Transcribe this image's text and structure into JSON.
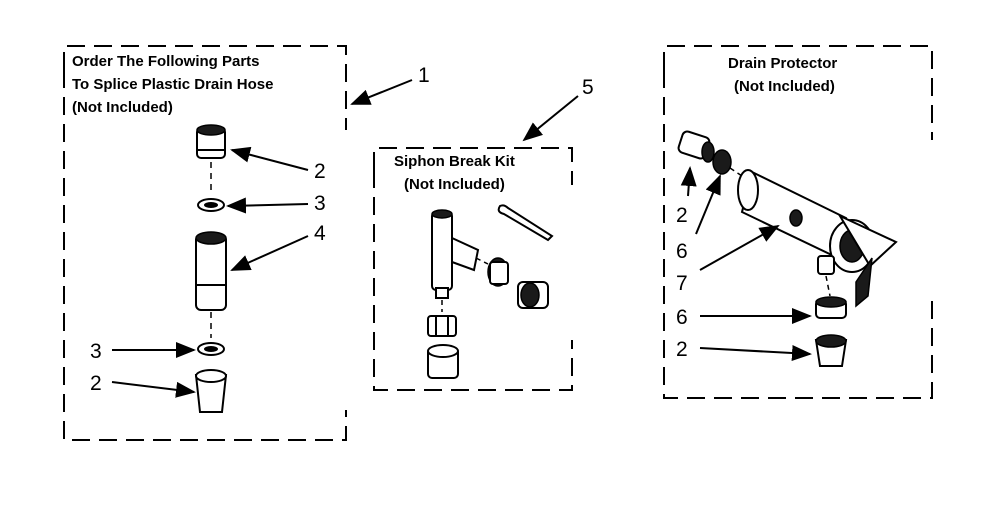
{
  "panels": {
    "splice": {
      "title_lines": [
        "Order The Following Parts",
        "To Splice Plastic Drain Hose",
        "(Not Included)"
      ],
      "callout": "1",
      "labels": [
        "2",
        "3",
        "4",
        "3",
        "2"
      ]
    },
    "siphon": {
      "title_lines": [
        "Siphon Break Kit",
        "(Not Included)"
      ],
      "callout": "5"
    },
    "drain": {
      "title_lines": [
        "Drain Protector",
        "(Not Included)"
      ],
      "labels": [
        "2",
        "6",
        "7",
        "6",
        "2"
      ]
    }
  }
}
